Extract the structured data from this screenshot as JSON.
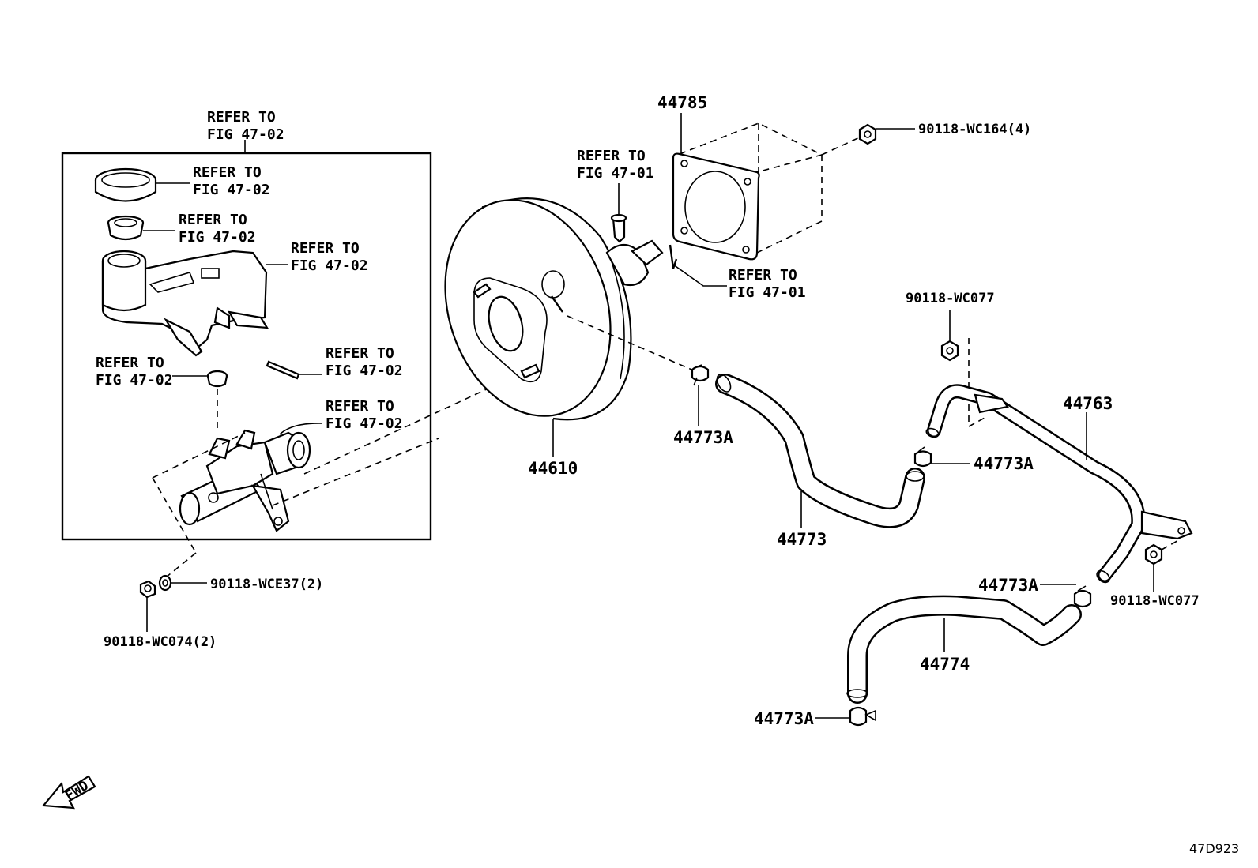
{
  "diagram_code": "47D923",
  "fwd_label": "FWD",
  "refs": {
    "box_top_1": "REFER TO",
    "box_top_2": "FIG 47-02",
    "cap_1": "REFER TO",
    "cap_2": "FIG 47-02",
    "strainer_1": "REFER TO",
    "strainer_2": "FIG 47-02",
    "reservoir_1": "REFER TO",
    "reservoir_2": "FIG 47-02",
    "grommet_1": "REFER TO",
    "grommet_2": "FIG 47-02",
    "pin_1": "REFER TO",
    "pin_2": "FIG 47-02",
    "cylinder_1": "REFER TO",
    "cylinder_2": "FIG 47-02",
    "clevis_pin_1": "REFER TO",
    "clevis_pin_2": "FIG 47-01",
    "clip_1": "REFER TO",
    "clip_2": "FIG 47-01"
  },
  "parts": {
    "gasket": "44785",
    "nut_top": "90118-WC164(4)",
    "booster": "44610",
    "clamp_a1": "44773A",
    "bolt_right_top": "90118-WC077",
    "hose_main": "44773",
    "clamp_a2": "44773A",
    "tube_right": "44763",
    "clamp_a3": "44773A",
    "bolt_right_bottom": "90118-WC077",
    "hose_lower": "44774",
    "clamp_a4": "44773A",
    "washer": "90118-WCE37(2)",
    "nut_left": "90118-WC074(2)"
  }
}
